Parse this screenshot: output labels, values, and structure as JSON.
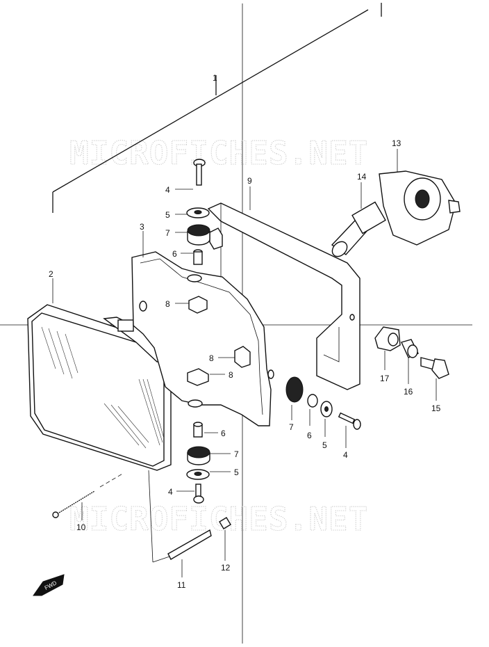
{
  "watermark": {
    "top": "MICROFICHES.NET",
    "bottom": "MICROFICHES.NET"
  },
  "fwd_label": "FWD",
  "callouts": {
    "c1": "1",
    "c2": "2",
    "c3": "3",
    "c4_upper": "4",
    "c4_right": "4",
    "c4_lower": "4",
    "c5_upper": "5",
    "c5_right": "5",
    "c5_lower": "5",
    "c6_upper": "6",
    "c6_right": "6",
    "c6_lower": "6",
    "c7_upper": "7",
    "c7_right": "7",
    "c7_lower": "7",
    "c8_top": "8",
    "c8_mid": "8",
    "c8_low": "8",
    "c9": "9",
    "c10": "10",
    "c11": "11",
    "c12": "12",
    "c13": "13",
    "c14": "14",
    "c15": "15",
    "c16": "16",
    "c17": "17"
  }
}
